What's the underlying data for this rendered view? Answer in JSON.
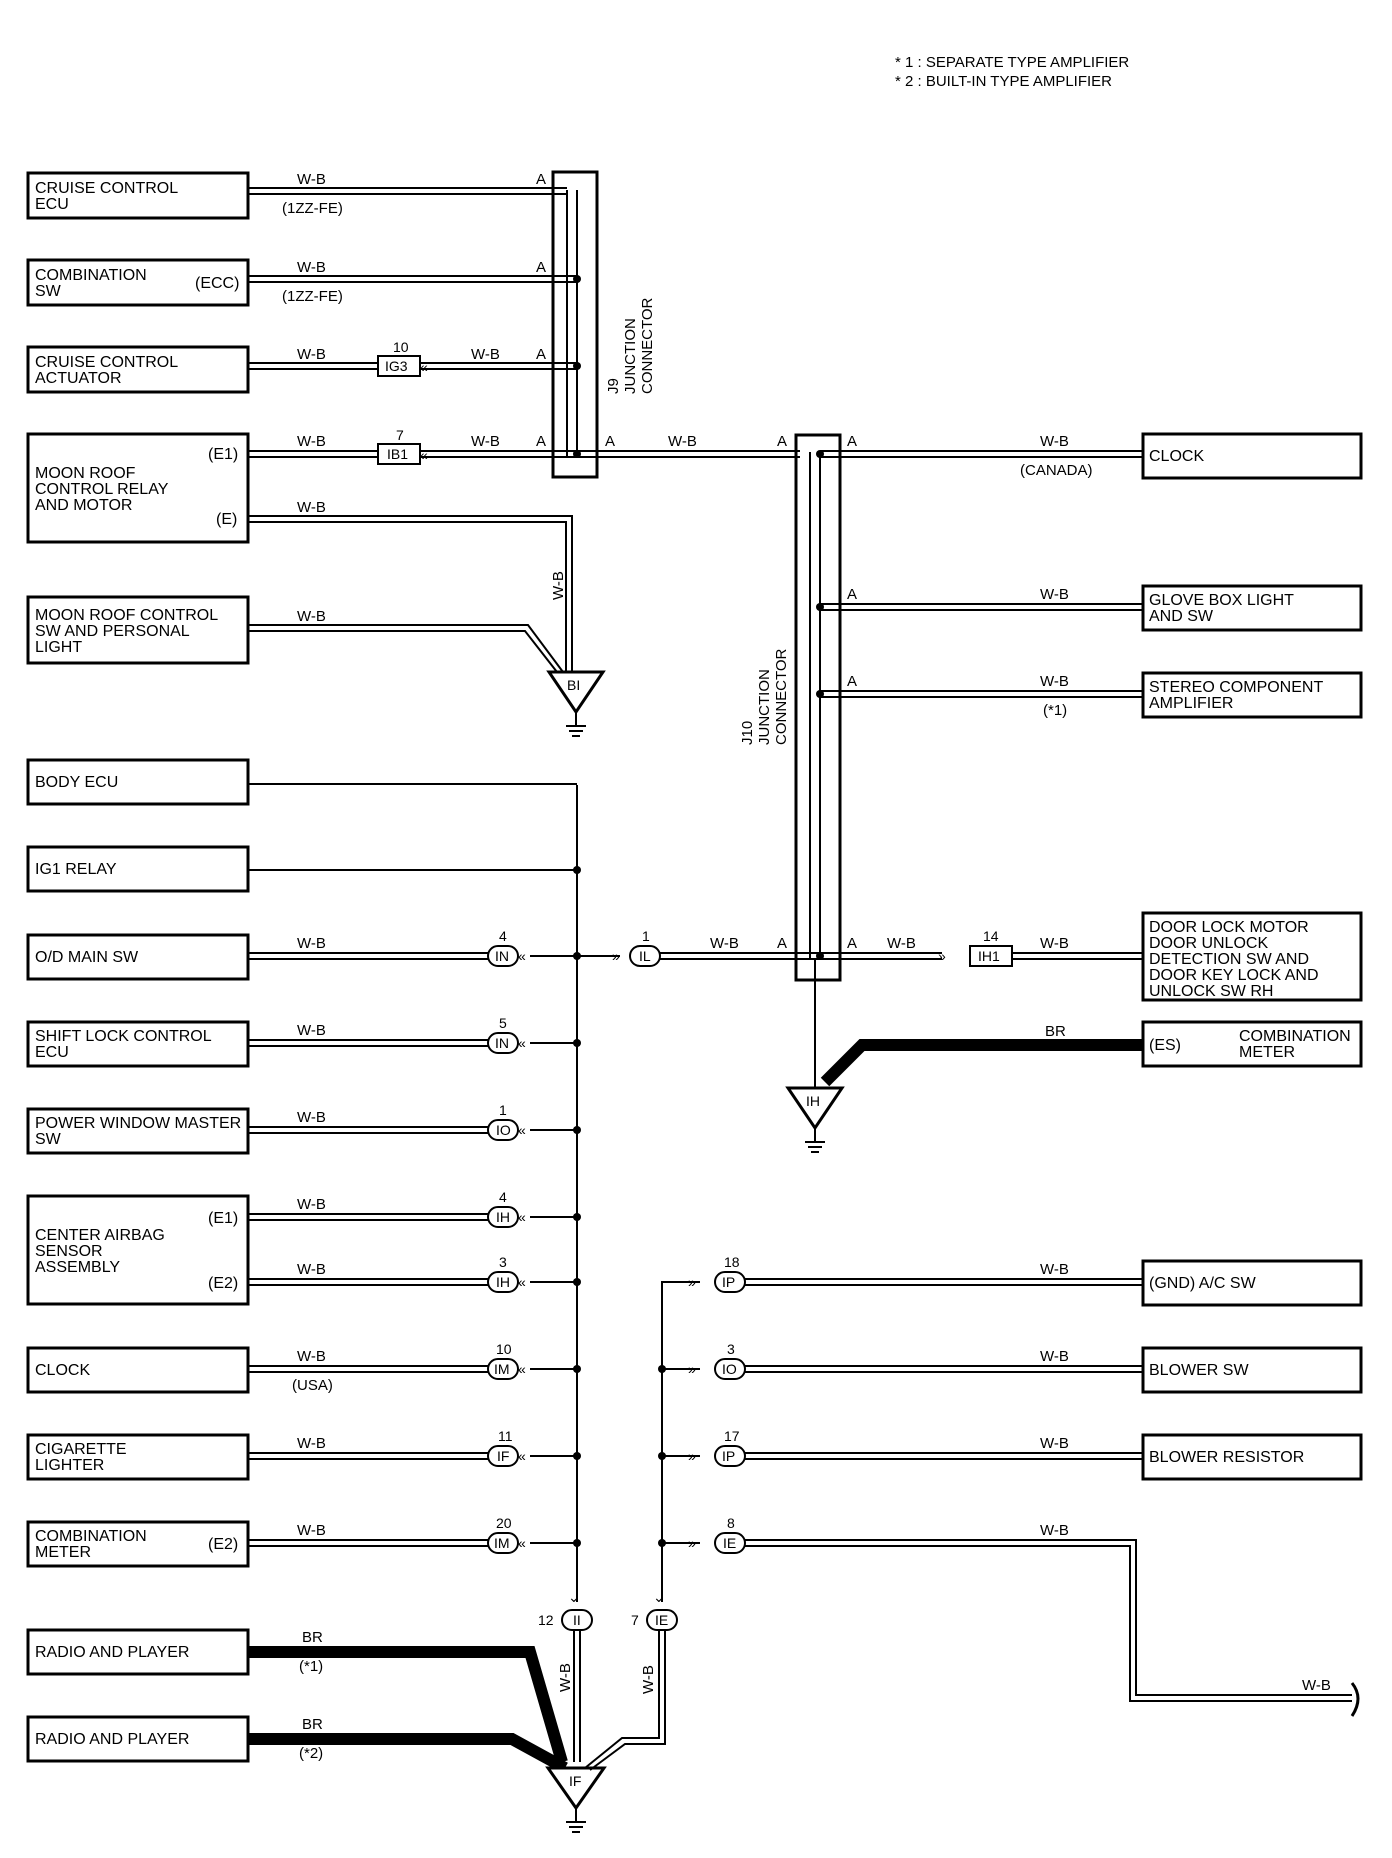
{
  "notes": [
    "* 1 : SEPARATE TYPE AMPLIFIER",
    "* 2 : BUILT-IN TYPE AMPLIFIER"
  ],
  "junctions": {
    "j9": {
      "id": "J9",
      "name": "JUNCTION",
      "name2": "CONNECTOR",
      "pin": "A"
    },
    "j10": {
      "id": "J10",
      "name": "JUNCTION",
      "name2": "CONNECTOR",
      "pin": "A"
    }
  },
  "wire": {
    "wb": "W-B",
    "br": "BR"
  },
  "left": {
    "cruise_ecu": {
      "l1": "CRUISE CONTROL",
      "l2": "ECU",
      "note": "(1ZZ-FE)"
    },
    "comb_sw": {
      "l1": "COMBINATION",
      "l2": "SW",
      "pin": "(ECC)",
      "note": "(1ZZ-FE)"
    },
    "cruise_act": {
      "l1": "CRUISE CONTROL",
      "l2": "ACTUATOR",
      "conn": "IG3",
      "num": "10"
    },
    "moon_relay": {
      "l1": "MOON ROOF",
      "l2": "CONTROL RELAY",
      "l3": "AND MOTOR",
      "pin1": "(E1)",
      "pin2": "(E)",
      "conn": "IB1",
      "num": "7"
    },
    "moon_sw": {
      "l1": "MOON ROOF CONTROL",
      "l2": "SW AND PERSONAL",
      "l3": "LIGHT"
    },
    "body_ecu": {
      "l1": "BODY ECU"
    },
    "ig1": {
      "l1": "IG1 RELAY"
    },
    "od": {
      "l1": "O/D MAIN SW",
      "conn": "IN",
      "num": "4"
    },
    "shift": {
      "l1": "SHIFT LOCK CONTROL",
      "l2": "ECU",
      "conn": "IN",
      "num": "5"
    },
    "pwm": {
      "l1": "POWER WINDOW MASTER",
      "l2": "SW",
      "conn": "IO",
      "num": "1"
    },
    "airbag": {
      "l1": "CENTER AIRBAG",
      "l2": "SENSOR",
      "l3": "ASSEMBLY",
      "pin1": "(E1)",
      "pin2": "(E2)",
      "conn1": "IH",
      "num1": "4",
      "conn2": "IH",
      "num2": "3"
    },
    "clock": {
      "l1": "CLOCK",
      "note": "(USA)",
      "conn": "IM",
      "num": "10"
    },
    "cig": {
      "l1": "CIGARETTE",
      "l2": "LIGHTER",
      "conn": "IF",
      "num": "11"
    },
    "comb_meter": {
      "l1": "COMBINATION",
      "l2": "METER",
      "pin": "(E2)",
      "conn": "IM",
      "num": "20"
    },
    "radio1": {
      "l1": "RADIO AND PLAYER",
      "note": "(*1)"
    },
    "radio2": {
      "l1": "RADIO AND PLAYER",
      "note": "(*2)"
    }
  },
  "right": {
    "clock": {
      "l1": "CLOCK",
      "note": "(CANADA)"
    },
    "glove": {
      "l1": "GLOVE BOX LIGHT",
      "l2": "AND SW"
    },
    "stereo": {
      "l1": "STEREO COMPONENT",
      "l2": "AMPLIFIER",
      "note": "(*1)"
    },
    "door": {
      "l1": "DOOR LOCK MOTOR",
      "l2": "DOOR UNLOCK",
      "l3": "DETECTION SW AND",
      "l4": "DOOR KEY LOCK AND",
      "l5": "UNLOCK SW RH",
      "conn": "IH1",
      "num": "14"
    },
    "comb_meter": {
      "pin": "(ES)",
      "l1": "COMBINATION",
      "l2": "METER"
    },
    "ac": {
      "l1": "(GND)  A/C SW",
      "conn": "IP",
      "num": "18"
    },
    "blower_sw": {
      "l1": "BLOWER SW",
      "conn": "IO",
      "num": "3"
    },
    "blower_res": {
      "l1": "BLOWER RESISTOR",
      "conn": "IP",
      "num": "17"
    },
    "ie": {
      "conn": "IE",
      "num": "8"
    }
  },
  "il": {
    "conn": "IL",
    "num": "1"
  },
  "ii": {
    "conn": "II",
    "num": "12"
  },
  "ie_bottom": {
    "conn": "IE",
    "num": "7"
  },
  "grounds": {
    "bi": "BI",
    "ih": "IH",
    "if": "IF"
  }
}
